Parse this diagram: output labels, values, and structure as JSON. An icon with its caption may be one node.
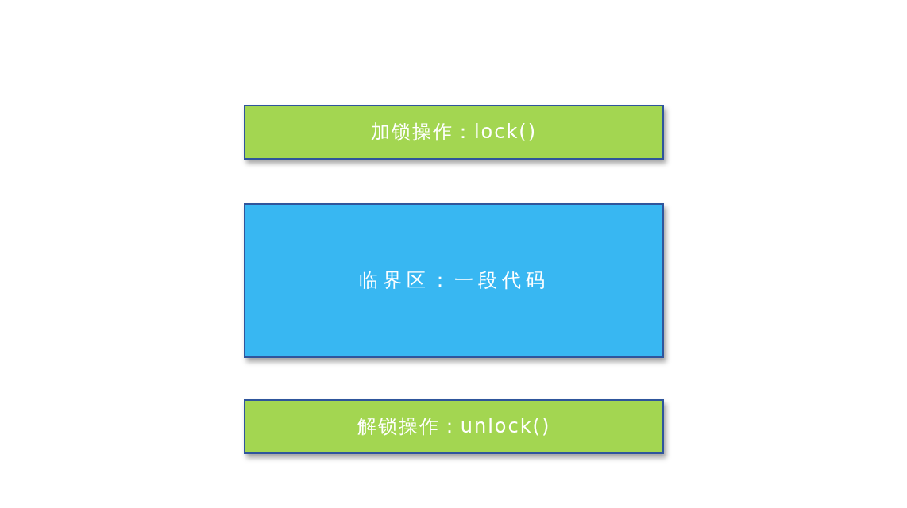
{
  "diagram": {
    "nodes": [
      {
        "text": [
          "加锁操作：lock()"
        ]
      },
      {
        "text": [
          "临界区：一段代码"
        ]
      },
      {
        "text": [
          "解锁操作：unlock()"
        ]
      }
    ]
  }
}
